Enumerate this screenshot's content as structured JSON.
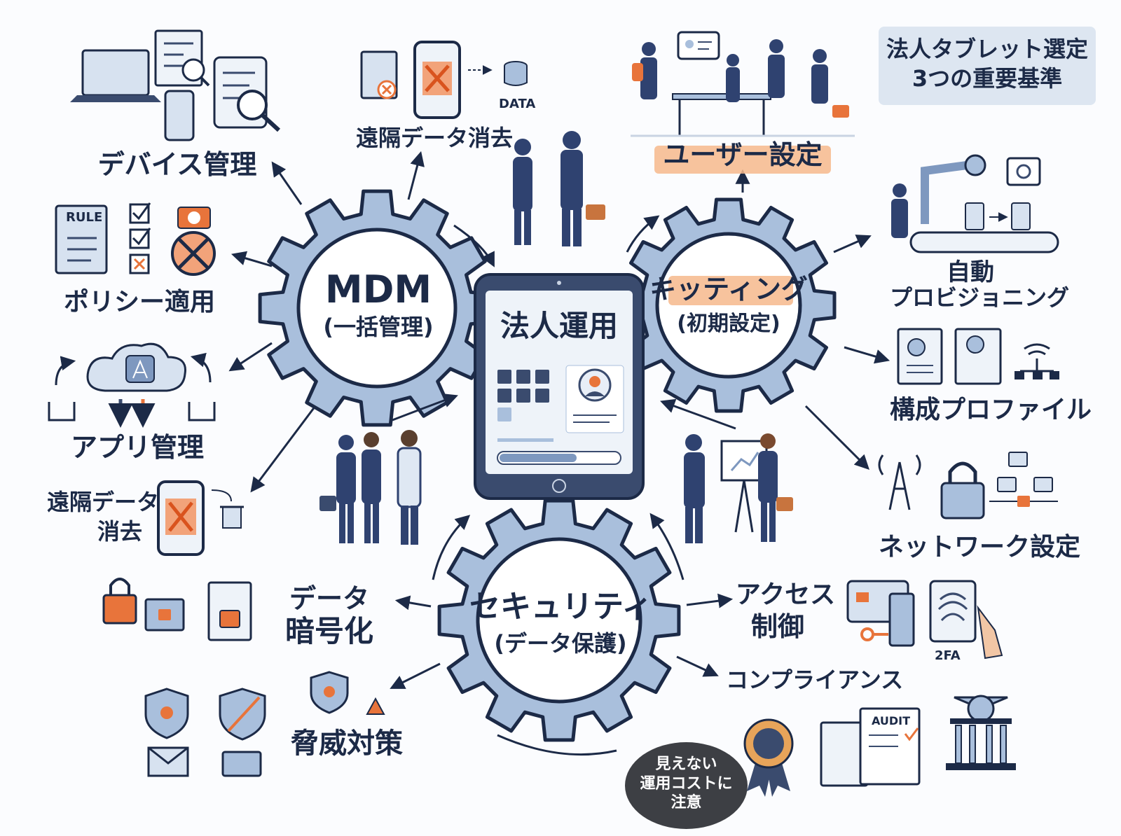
{
  "title": {
    "line1": "法人タブレット選定",
    "line2": "3つの重要基準"
  },
  "center": {
    "label": "法人運用"
  },
  "gears": {
    "mdm": {
      "title": "MDM",
      "subtitle": "(一括管理)"
    },
    "kitting": {
      "title": "キッティング",
      "subtitle": "(初期設定)"
    },
    "security": {
      "title": "セキュリティ",
      "subtitle": "(データ保護)"
    }
  },
  "mdm_items": {
    "device": "デバイス管理",
    "policy": "ポリシー適用",
    "app": "アプリ管理",
    "wipe_line1": "遠隔データ",
    "wipe_line2": "消去",
    "wipe_top": "遠隔データ消去"
  },
  "kitting_items": {
    "user": "ユーザー設定",
    "auto_line1": "自動",
    "auto_line2": "プロビジョニング",
    "profile": "構成プロファイル",
    "network": "ネットワーク設定"
  },
  "security_items": {
    "encrypt_line1": "データ",
    "encrypt_line2": "暗号化",
    "threat": "脅威対策",
    "access_line1": "アクセス",
    "access_line2": "制御",
    "compliance": "コンプライアンス"
  },
  "icon_text": {
    "rule": "RULE",
    "data": "DATA",
    "audit": "AUDIT",
    "twofa": "2FA"
  },
  "callout": {
    "line1": "見えない",
    "line2": "運用コストに",
    "line3": "注意"
  },
  "colors": {
    "navy": "#1c2a47",
    "gear_fill": "#a9bfdc",
    "gear_stroke": "#1c2a47",
    "accent_orange": "#e8743b",
    "highlight": "#f6b98c",
    "title_bg": "#dde6f1"
  }
}
